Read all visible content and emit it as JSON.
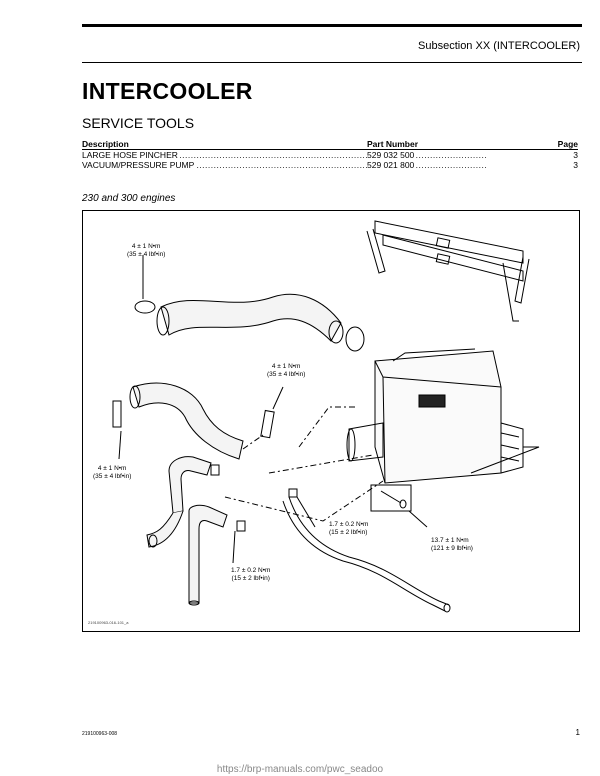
{
  "header": {
    "subsection": "Subsection XX (INTERCOOLER)"
  },
  "title": "INTERCOOLER",
  "section": "SERVICE TOOLS",
  "tools_table": {
    "headers": [
      "Description",
      "Part Number",
      "Page"
    ],
    "rows": [
      {
        "description": "LARGE HOSE PINCHER",
        "part_number": "529 032 500",
        "page": "3"
      },
      {
        "description": "VACUUM/PRESSURE PUMP",
        "part_number": "529 021 800",
        "page": "3"
      }
    ]
  },
  "figure": {
    "caption": "230 and 300 engines",
    "code": "219100963-016-101_a",
    "callouts": [
      {
        "line1": "4 ± 1 N•m",
        "line2": "(35 ± 4 lbf•in)"
      },
      {
        "line1": "4 ± 1 N•m",
        "line2": "(35 ± 4 lbf•in)"
      },
      {
        "line1": "4 ± 1 N•m",
        "line2": "(35 ± 4 lbf•in)"
      },
      {
        "line1": "1.7 ± 0.2 N•m",
        "line2": "(15 ± 2 lbf•in)"
      },
      {
        "line1": "13.7 ± 1 N•m",
        "line2": "(121 ± 9 lbf•in)"
      },
      {
        "line1": "1.7 ± 0.2 N•m",
        "line2": "(15 ± 2 lbf•in)"
      }
    ]
  },
  "footer": {
    "doc_code": "219100963-008",
    "page": "1",
    "url": "https://brp-manuals.com/pwc_seadoo"
  }
}
